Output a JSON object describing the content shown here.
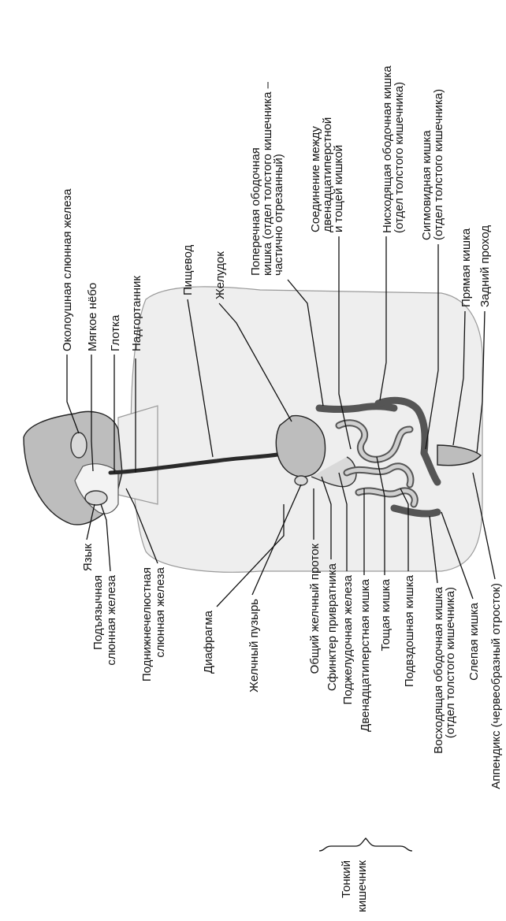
{
  "labels": {
    "parotid": "Околоушная слюнная железа",
    "soft_palate": "Мягкое нёбо",
    "pharynx": "Глотка",
    "epiglottis": "Надгортанник",
    "esophagus": "Пищевод",
    "stomach": "Желудок",
    "transverse_colon": [
      "Поперечная ободочная",
      "кишка (отдел толстого кишечника –",
      "частично отрезанный)"
    ],
    "duodenojejunal_junction": [
      "Соединение между",
      "двенадцатиперстной",
      "и тощей кишкой"
    ],
    "descending_colon": [
      "Нисходящая ободочная кишка",
      "(отдел толстого кишечника)"
    ],
    "sigmoid_colon": [
      "Сигмовидная кишка",
      "(отдел толстого кишечника)"
    ],
    "rectum": "Прямая кишка",
    "anus": "Задний проход",
    "tongue": "Язык",
    "sublingual_gland": [
      "Подъязычная",
      "слюнная железа"
    ],
    "submandibular_gland": [
      "Поднижнечелюстная",
      "слюнная железа"
    ],
    "diaphragm": "Диафрагма",
    "gallbladder": "Желчный пузырь",
    "common_bile_duct": "Общий желчный проток",
    "pyloric_sphincter": "Сфинктер привратника",
    "pancreas": "Поджелудочная железа",
    "duodenum": "Двенадцатиперстная кишка",
    "jejunum": "Тощая кишка",
    "ileum": "Подвздошная кишка",
    "ascending_colon": [
      "Восходящая ободочная кишка",
      "(отдел толстого кишечника)"
    ],
    "cecum": "Слепая кишка",
    "appendix": "Аппендикс (червеобразный отросток)",
    "small_intestine": [
      "Тонкий",
      "кишечник"
    ]
  }
}
